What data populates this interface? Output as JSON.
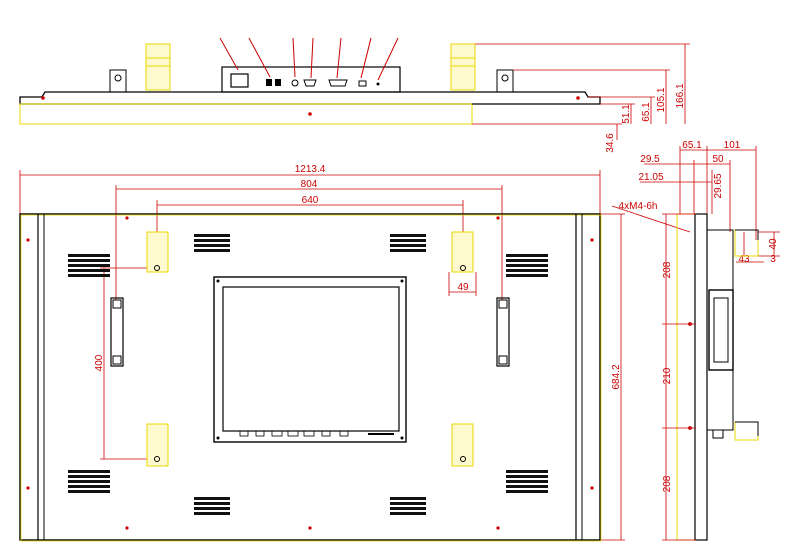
{
  "dimensions": {
    "overall_width": "1213.4",
    "outer_bracket_span": "804",
    "inner_bracket_span": "640",
    "bracket_width": "49",
    "vertical_bracket_span": "400",
    "overall_height": "684.2",
    "top_offset_1": "166.1",
    "top_offset_2": "105.1",
    "top_offset_3": "65.1",
    "top_offset_4": "51.1",
    "top_thickness": "34.6",
    "side_depth_1": "65.1",
    "side_depth_2": "101",
    "side_offset_a": "29.5",
    "side_offset_b": "50",
    "side_offset_c": "21.05",
    "side_offset_d": "29.65",
    "screw_spec": "4xM4-6h",
    "side_height_1": "208",
    "side_height_2": "210",
    "side_height_3": "208",
    "side_bracket_h": "40",
    "side_bracket_w": "43",
    "side_bracket_t": "3"
  },
  "colors": {
    "outline": "#000000",
    "dimension": "#cc0000",
    "bracket": "#e8d800",
    "background": "#ffffff"
  }
}
